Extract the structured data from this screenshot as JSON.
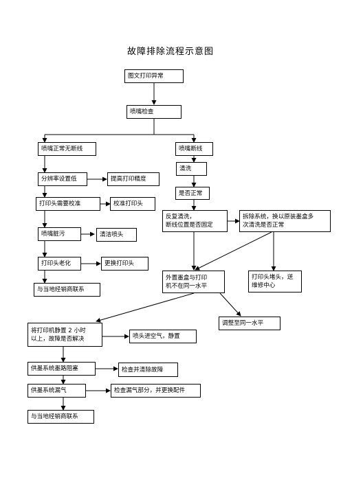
{
  "title": "故障排除流程示意图",
  "nodes": {
    "abnormal": "图文打印异常",
    "nozzle_check": "喷嘴检查",
    "normal_no_break": "喷嘴正常无断线",
    "broken_line": "喷嘴断线",
    "low_resolution": "分辨率设置低",
    "raise_precision": "提高打印精度",
    "clean": "清洗",
    "is_normal": "是否正常",
    "head_calibrate": "打印头需要校准",
    "calibrate_head": "校准打印头",
    "repeat_clean": "反复清洗，\n断线位置是否固定",
    "remove_system": "拆除系统，换以原装墨盒多\n次清洗是否正常",
    "nozzle_dirty": "喷嘴脏污",
    "clean_nozzle": "清洁喷头",
    "head_aging": "打印头老化",
    "replace_head": "更换打印头",
    "external_ink": "外置墨盒与打印\n机不在同一水平",
    "head_blocked": "打印头堵头，送\n维修中心",
    "contact_dealer_1": "与当地经销商联系",
    "adjust_level": "调整至同一水平",
    "rest_2h": "将打印机静置 2 小时\n以上，故障是否解决",
    "air_in_nozzle": "喷头进空气，静置",
    "ink_path_blocked": "供墨系统墨路阻塞",
    "check_fix": "检查并清除故障",
    "ink_leak": "供墨系统漏气",
    "check_leak": "检查漏气部分，并更换配件",
    "contact_dealer_2": "与当地经销商联系"
  }
}
